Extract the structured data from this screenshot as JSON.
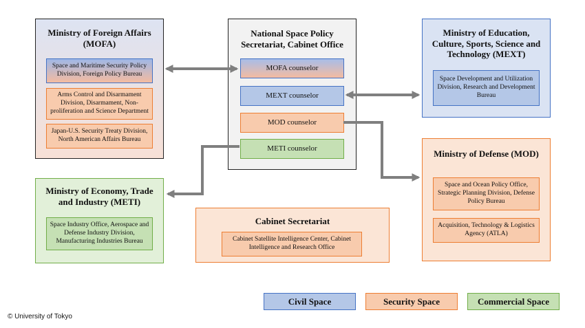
{
  "mofa": {
    "title": "Ministry of Foreign Affairs (MOFA)",
    "items": [
      "Space and Maritime Security Policy Division, Foreign Policy Bureau",
      "Arms Control and Disarmament Division, Disarmament, Non-proliferation and Science Department",
      "Japan-U.S. Security Treaty Division, North American Affairs Bureau"
    ]
  },
  "nsps": {
    "title": "National Space Policy Secretariat, Cabinet Office",
    "counselors": [
      "MOFA counselor",
      "MEXT counselor",
      "MOD counselor",
      "METI counselor"
    ]
  },
  "mext": {
    "title": "Ministry of Education, Culture, Sports, Science and Technology (MEXT)",
    "items": [
      "Space Development and Utilization Division, Research and Development Bureau"
    ]
  },
  "mod": {
    "title": "Ministry of Defense (MOD)",
    "items": [
      "Space and Ocean Policy Office, Strategic Planning Division,  Defense Policy Bureau",
      "Acquisition, Technology & Logistics Agency (ATLA)"
    ]
  },
  "meti": {
    "title": "Ministry of Economy, Trade and Industry (METI)",
    "items": [
      "Space Industry Office, Aerospace and Defense Industry Division, Manufacturing Industries Bureau"
    ]
  },
  "cabinet": {
    "title": "Cabinet Secretariat",
    "items": [
      "Cabinet Satellite Intelligence Center, Cabinet Intelligence and Research Office"
    ]
  },
  "legend": [
    "Civil Space",
    "Security Space",
    "Commercial Space"
  ],
  "copyright": "© University of Tokyo",
  "colors": {
    "civil_fill": "#b4c7e7",
    "civil_border": "#4472c4",
    "security_fill": "#f8cbad",
    "security_border": "#ed7d31",
    "commercial_fill": "#c5e0b4",
    "commercial_border": "#70ad47",
    "arrow": "#7f7f7f"
  }
}
